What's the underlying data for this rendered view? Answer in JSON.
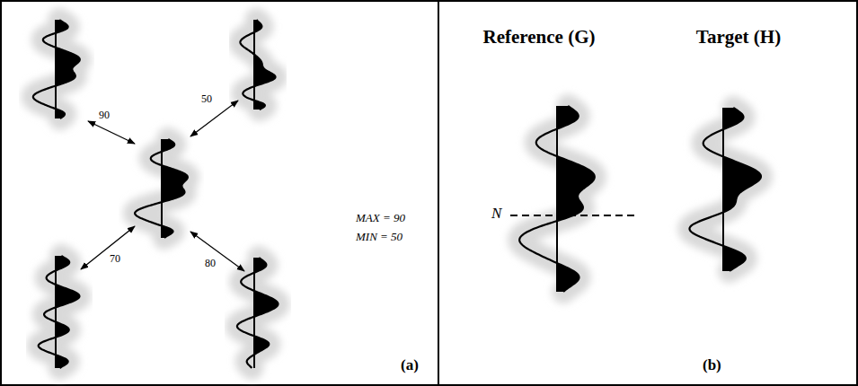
{
  "diagram": {
    "labels": [
      "90",
      "50",
      "70",
      "80",
      "MAX = 90",
      "MIN = 50",
      "(a)",
      "Reference (G)",
      "Target (H)",
      "N",
      "(b)"
    ]
  }
}
